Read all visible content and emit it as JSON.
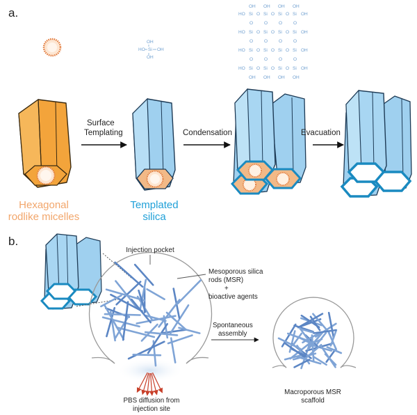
{
  "panel_a": {
    "label": "a.",
    "step1": [
      "Surface",
      "Templating"
    ],
    "step2": "Condensation",
    "step3": "Evacuation",
    "micelle_caption": [
      "Hexagonal",
      "rodlike micelles"
    ],
    "silica_caption": [
      "Templated",
      "silica"
    ],
    "monomer": {
      "top": "OH",
      "left": "HO",
      "center": "Si",
      "right": "OH",
      "bottom": "OH"
    },
    "network": {
      "oh": "OH",
      "ho": "HO",
      "si": "Si",
      "o": "O"
    }
  },
  "panel_b": {
    "label": "b.",
    "injection_pocket": "Injection pocket",
    "msr_label": [
      "Mesoporous silica",
      "rods (MSR)",
      "+",
      "bioactive agents"
    ],
    "assembly": [
      "Spontaneous",
      "assembly"
    ],
    "pbs": [
      "PBS diffusion from",
      "injection site"
    ],
    "scaffold": [
      "Macroporous MSR",
      "scaffold"
    ]
  },
  "colors": {
    "micelle_orange": "#f3a43b",
    "silica_blue": "#9fd0ef",
    "rim_blue": "#1a8ac0",
    "rod_blue": "#7fa4d6",
    "arrow_red": "#c8402a",
    "caption_orange": "#f2a66b",
    "caption_blue": "#1fa0d8"
  }
}
